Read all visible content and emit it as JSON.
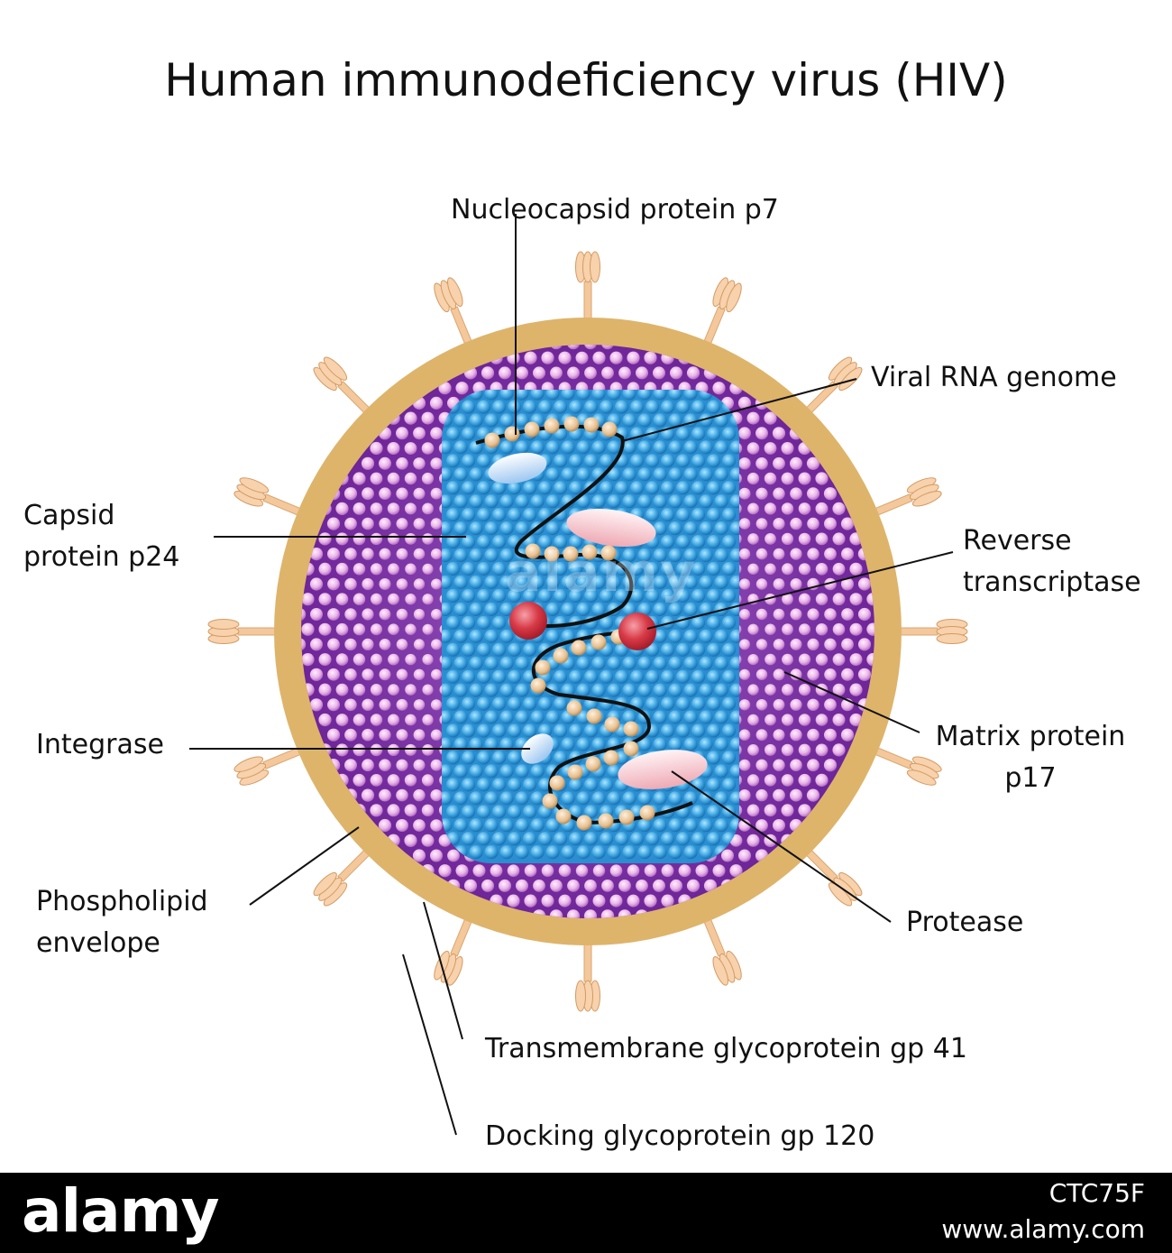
{
  "title": "Human immunodeficiency virus (HIV)",
  "labels": {
    "nucleocapsid": "Nucleocapsid protein p7",
    "viral_rna": "Viral RNA genome",
    "capsid": "Capsid\nprotein p24",
    "reverse_transcriptase": "Reverse\ntranscriptase",
    "integrase": "Integrase",
    "matrix": "Matrix protein\np17",
    "phospholipid": "Phospholipid\nenvelope",
    "protease": "Protease",
    "gp41": "Transmembrane glycoprotein gp 41",
    "gp120": "Docking glycoprotein gp 120"
  },
  "watermark": "alamy",
  "footer": {
    "brand": "alamy",
    "image_id": "CTC75F",
    "site": "www.alamy.com"
  },
  "colors": {
    "envelope": "#deb46b",
    "matrix": "#7a2ea6",
    "matrix_bead": "#f2c6ef",
    "capsid": "#2a8ed0",
    "capsid_bead": "#60c0f0",
    "rna_bead": "#e8c496",
    "reverse_transcriptase": "#d83c48",
    "protease": "#f6c0c6",
    "integrase": "#dfeefe",
    "spike": "#f4c89a",
    "footer": "#000000"
  }
}
